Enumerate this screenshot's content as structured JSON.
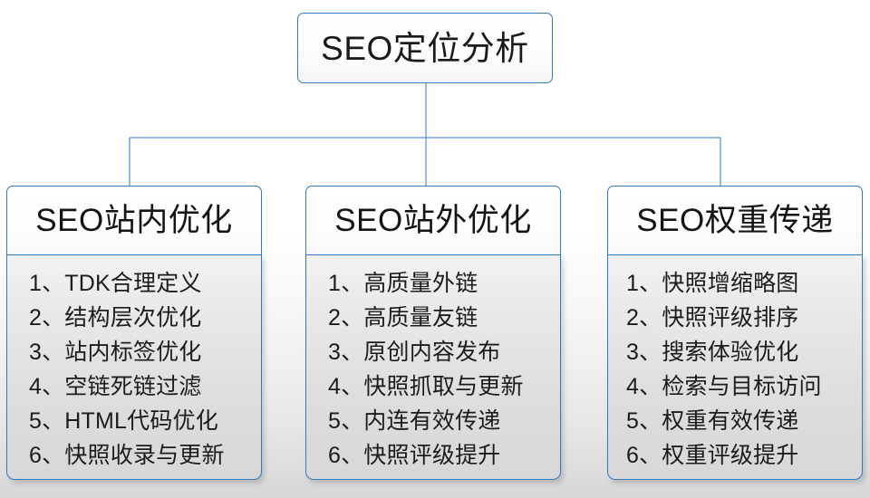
{
  "diagram": {
    "root": {
      "title": "SEO定位分析"
    },
    "columns": [
      {
        "header": "SEO站内优化",
        "items": [
          "1、TDK合理定义",
          "2、结构层次优化",
          "3、站内标签优化",
          "4、空链死链过滤",
          "5、HTML代码优化",
          "6、快照收录与更新"
        ]
      },
      {
        "header": "SEO站外优化",
        "items": [
          "1、高质量外链",
          "2、高质量友链",
          "3、原创内容发布",
          "4、快照抓取与更新",
          "5、内连有效传递",
          "6、快照评级提升"
        ]
      },
      {
        "header": "SEO权重传递",
        "items": [
          "1、快照增缩略图",
          "2、快照评级排序",
          "3、搜索体验优化",
          "4、检索与目标访问",
          "5、权重有效传递",
          "6、权重评级提升"
        ]
      }
    ],
    "colors": {
      "border": "#2f7ac4",
      "connector": "#2f7ac4",
      "text": "#1a1a1a",
      "list_background": "#e2e2e2",
      "page_background": "#ffffff"
    }
  }
}
